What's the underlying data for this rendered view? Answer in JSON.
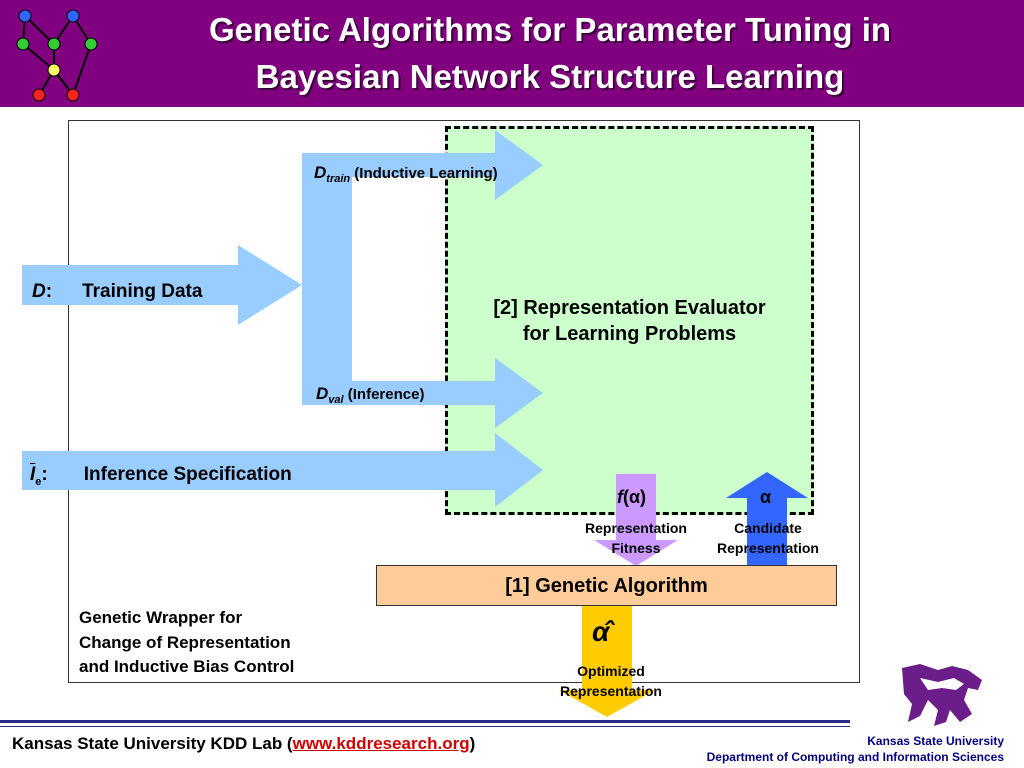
{
  "header": {
    "title_line1": "Genetic Algorithms for Parameter Tuning in",
    "title_line2": "Bayesian Network Structure Learning",
    "background_color": "#800080",
    "logo_icon": "bayesian-network-graph-icon"
  },
  "diagram": {
    "inputs": {
      "d_symbol": "D",
      "d_colon": ":",
      "d_label": "Training Data",
      "ie_symbol": "I",
      "ie_subscript": "e",
      "ie_colon": ":",
      "ie_label": "Inference Specification"
    },
    "splits": {
      "train_symbol": "D",
      "train_subscript": "train",
      "train_label": "(Inductive Learning)",
      "val_symbol": "D",
      "val_subscript": "val",
      "val_label": "(Inference)"
    },
    "evaluator": {
      "line1": "[2] Representation Evaluator",
      "line2": "for Learning Problems"
    },
    "fitness": {
      "symbol_f": "f",
      "symbol_arg": "(α)",
      "caption_line1": "Representation",
      "caption_line2": "Fitness"
    },
    "candidate": {
      "symbol": "α",
      "caption_line1": "Candidate",
      "caption_line2": "Representation"
    },
    "ga_label": "[1] Genetic Algorithm",
    "optimized": {
      "symbol": "α̂",
      "caption_line1": "Optimized",
      "caption_line2": "Representation"
    },
    "wrapper": {
      "line1": "Genetic Wrapper for",
      "line2": "Change of Representation",
      "line3": "and Inductive Bias Control"
    },
    "colors": {
      "light_blue_arrow": "#99ccff",
      "green_box": "#ccffcc",
      "ga_box": "#ffcc99",
      "fitness_arrow": "#cc99ff",
      "candidate_arrow": "#3366ff",
      "optimized_arrow": "#ffcc00"
    }
  },
  "footer": {
    "lab_prefix": "Kansas State University KDD Lab (",
    "lab_link": "www.kddresearch.org",
    "lab_suffix": ")",
    "university": "Kansas State University",
    "department": "Department of Computing and Information Sciences",
    "logo_icon": "wildcat-logo-icon"
  }
}
